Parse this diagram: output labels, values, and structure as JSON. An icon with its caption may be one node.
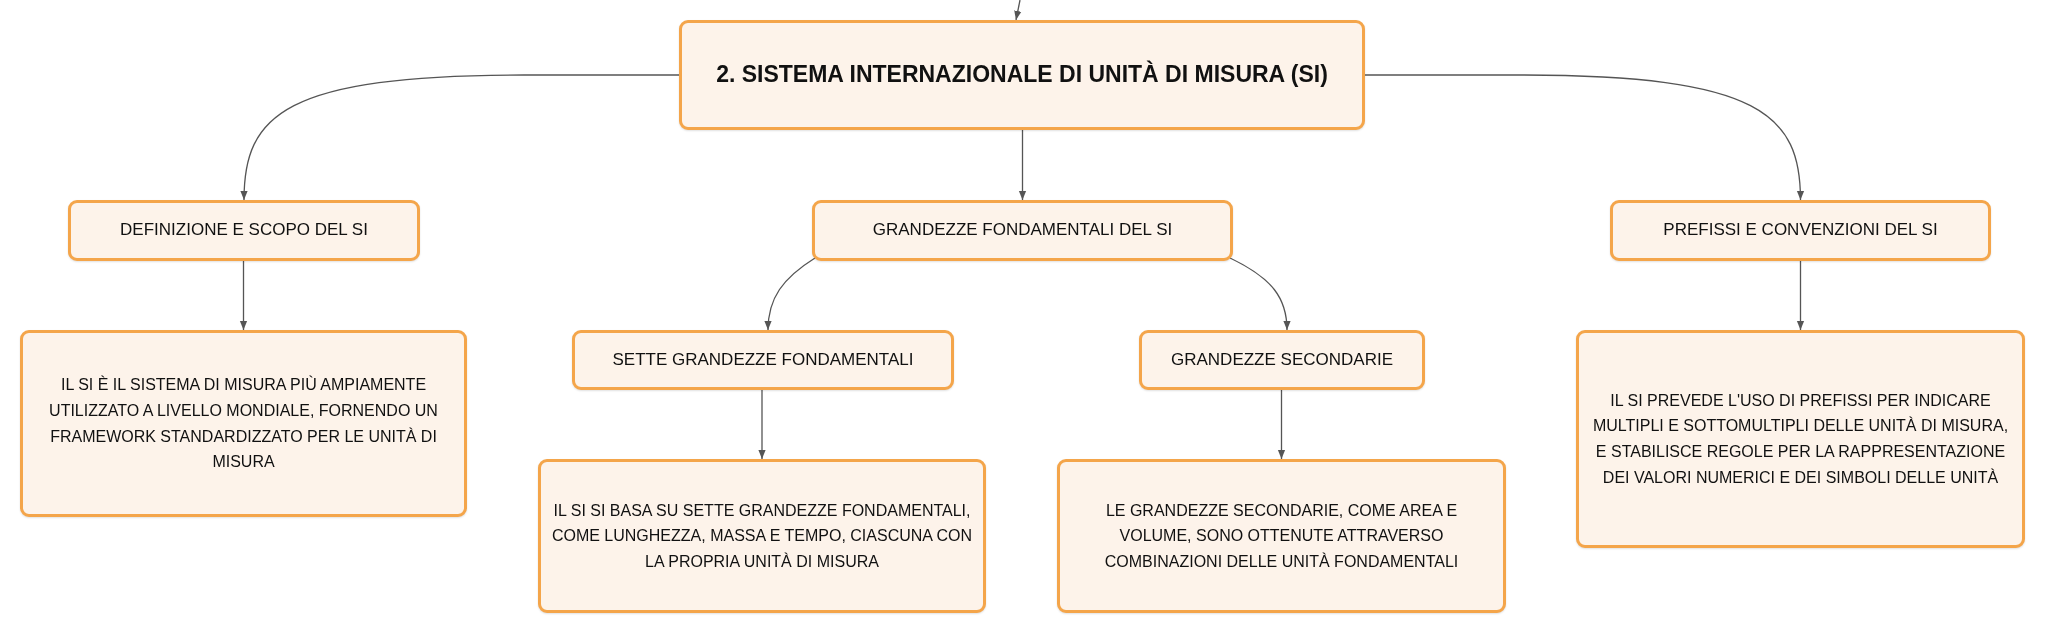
{
  "diagram": {
    "nodes": [
      {
        "text": [
          "2. SISTEMA INTERNAZIONALE DI UNITÀ DI MISURA (SI)"
        ]
      },
      {
        "text": [
          "DEFINIZIONE E SCOPO DEL SI"
        ]
      },
      {
        "text": [
          "GRANDEZZE FONDAMENTALI DEL SI"
        ]
      },
      {
        "text": [
          "PREFISSI E CONVENZIONI DEL SI"
        ]
      },
      {
        "text": [
          "IL SI È IL SISTEMA DI MISURA PIÙ AMPIAMENTE UTILIZZATO A LIVELLO MONDIALE, FORNENDO UN FRAMEWORK STANDARDIZZATO PER LE UNITÀ DI MISURA"
        ]
      },
      {
        "text": [
          "SETTE GRANDEZZE FONDAMENTALI"
        ]
      },
      {
        "text": [
          "GRANDEZZE SECONDARIE"
        ]
      },
      {
        "text": [
          "IL SI PREVEDE L'USO DI PREFISSI PER INDICARE MULTIPLI E SOTTOMULTIPLI DELLE UNITÀ DI MISURA, E STABILISCE REGOLE PER LA RAPPRESENTAZIONE DEI VALORI NUMERICI E DEI SIMBOLI DELLE UNITÀ"
        ]
      },
      {
        "text": [
          "IL SI SI BASA SU SETTE GRANDEZZE FONDAMENTALI, COME LUNGHEZZA, MASSA E TEMPO, CIASCUNA CON LA PROPRIA UNITÀ DI MISURA"
        ]
      },
      {
        "text": [
          "LE GRANDEZZE SECONDARIE, COME AREA E VOLUME, SONO OTTENUTE ATTRAVERSO COMBINAZIONI DELLE UNITÀ FONDAMENTALI"
        ]
      }
    ],
    "edges": [
      {
        "from": null,
        "to": 0,
        "arrow": "to"
      },
      {
        "from": 0,
        "to": 1,
        "arrow": "to"
      },
      {
        "from": 0,
        "to": 2,
        "arrow": "to"
      },
      {
        "from": 0,
        "to": 3,
        "arrow": "to"
      },
      {
        "from": 1,
        "to": 4,
        "arrow": "to"
      },
      {
        "from": 2,
        "to": 5,
        "arrow": "to"
      },
      {
        "from": 2,
        "to": 6,
        "arrow": "to"
      },
      {
        "from": 3,
        "to": 7,
        "arrow": "to"
      },
      {
        "from": 5,
        "to": 8,
        "arrow": "to"
      },
      {
        "from": 6,
        "to": 9,
        "arrow": "to"
      }
    ]
  }
}
